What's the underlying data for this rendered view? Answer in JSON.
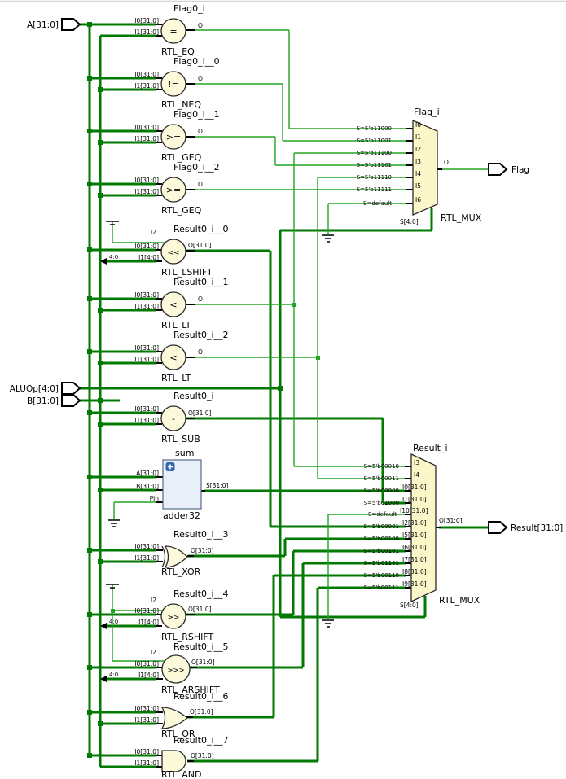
{
  "colors": {
    "bus_wire": "#007A00",
    "bit_wire": "#22A522",
    "gate_fill": "#FCFADB",
    "mux_fill": "#FBF7C8",
    "adder_fill": "#E8EFF9",
    "badge_blue": "#2F66AC"
  },
  "ports": {
    "inputs": [
      {
        "name": "A[31:0]"
      },
      {
        "name": "ALUOp[4:0]"
      },
      {
        "name": "B[31:0]"
      }
    ],
    "outputs": [
      {
        "name": "Flag"
      },
      {
        "name": "Result[31:0]"
      }
    ]
  },
  "gates": [
    {
      "name": "Flag0_i",
      "type": "RTL_EQ",
      "op": "=",
      "pins": {
        "i0": "I0[31:0]",
        "i1": "I1[31:0]",
        "o": "O"
      }
    },
    {
      "name": "Flag0_i__0",
      "type": "RTL_NEQ",
      "op": "!=",
      "pins": {
        "i0": "I0[31:0]",
        "i1": "I1[31:0]",
        "o": "O"
      }
    },
    {
      "name": "Flag0_i__1",
      "type": "RTL_GEQ",
      "op": ">=",
      "pins": {
        "i0": "I0[31:0]",
        "i1": "I1[31:0]",
        "o": "O"
      }
    },
    {
      "name": "Flag0_i__2",
      "type": "RTL_GEQ",
      "op": ">=",
      "pins": {
        "i0": "I0[31:0]",
        "i1": "I1[31:0]",
        "o": "O"
      }
    },
    {
      "name": "Result0_i__0",
      "type": "RTL_LSHIFT",
      "op": "<<",
      "pins": {
        "i0": "I0[31:0]",
        "i1": "I1[4:0]",
        "i2": "I2",
        "o": "O[31:0]"
      },
      "slice": "4:0"
    },
    {
      "name": "Result0_i__1",
      "type": "RTL_LT",
      "op": "<",
      "pins": {
        "i0": "I0[31:0]",
        "i1": "I1[31:0]",
        "o": "O"
      }
    },
    {
      "name": "Result0_i__2",
      "type": "RTL_LT",
      "op": "<",
      "pins": {
        "i0": "I0[31:0]",
        "i1": "I1[31:0]",
        "o": "O"
      }
    },
    {
      "name": "Result0_i",
      "type": "RTL_SUB",
      "op": "-",
      "pins": {
        "i0": "I0[31:0]",
        "i1": "I1[31:0]",
        "o": "O[31:0]"
      }
    },
    {
      "name": "Result0_i__3",
      "type": "RTL_XOR",
      "op": "",
      "pins": {
        "i0": "I0[31:0]",
        "i1": "I1[31:0]",
        "o": "O[31:0]"
      }
    },
    {
      "name": "Result0_i__4",
      "type": "RTL_RSHIFT",
      "op": ">>",
      "pins": {
        "i0": "I0[31:0]",
        "i1": "I1[4:0]",
        "i2": "I2",
        "o": "O[31:0]"
      },
      "slice": "4:0"
    },
    {
      "name": "Result0_i__5",
      "type": "RTL_ARSHIFT",
      "op": ">>>",
      "pins": {
        "i0": "I0[31:0]",
        "i1": "I1[4:0]",
        "i2": "I2",
        "o": "O[31:0]"
      },
      "slice": "4:0"
    },
    {
      "name": "Result0_i__6",
      "type": "RTL_OR",
      "op": "",
      "pins": {
        "i0": "I0[31:0]",
        "i1": "I1[31:0]",
        "o": "O[31:0]"
      }
    },
    {
      "name": "Result0_i__7",
      "type": "RTL_AND",
      "op": "",
      "pins": {
        "i0": "I0[31:0]",
        "i1": "I1[31:0]",
        "o": "O[31:0]"
      }
    }
  ],
  "adder": {
    "name": "sum",
    "type": "adder32",
    "pins": {
      "a": "A[31:0]",
      "b": "B[31:0]",
      "cin": "Pin",
      "s": "S[31:0]"
    }
  },
  "flag_mux": {
    "name": "Flag_i",
    "type": "RTL_MUX",
    "out": "O",
    "sel": "S[4:0]",
    "rows": [
      {
        "sel": "S=5'b11000",
        "port": "I0"
      },
      {
        "sel": "S=5'b11001",
        "port": "I1"
      },
      {
        "sel": "S=5'b11100",
        "port": "I2"
      },
      {
        "sel": "S=5'b11101",
        "port": "I3"
      },
      {
        "sel": "S=5'b11110",
        "port": "I4"
      },
      {
        "sel": "S=5'b11111",
        "port": "I5"
      },
      {
        "sel": "S=default",
        "port": "I6"
      }
    ]
  },
  "result_mux": {
    "name": "Result_i",
    "type": "RTL_MUX",
    "out": "O[31:0]",
    "sel": "S[4:0]",
    "rows": [
      {
        "sel": "S=5'b00010",
        "port": "I3"
      },
      {
        "sel": "S=5'b00011",
        "port": "I4"
      },
      {
        "sel": "S=5'b00000",
        "port": "I0[31:0]"
      },
      {
        "sel": "S=5'b01000",
        "port": "I1[31:0]"
      },
      {
        "sel": "S=default",
        "port": "I10[31:0]"
      },
      {
        "sel": "S=5'b00001",
        "port": "I2[31:0]"
      },
      {
        "sel": "S=5'b00100",
        "port": "I5[31:0]"
      },
      {
        "sel": "S=5'b00101",
        "port": "I6[31:0]"
      },
      {
        "sel": "S=5'b01101",
        "port": "I7[31:0]"
      },
      {
        "sel": "S=5'b00110",
        "port": "I8[31:0]"
      },
      {
        "sel": "S=5'b00111",
        "port": "I9[31:0]"
      }
    ]
  }
}
